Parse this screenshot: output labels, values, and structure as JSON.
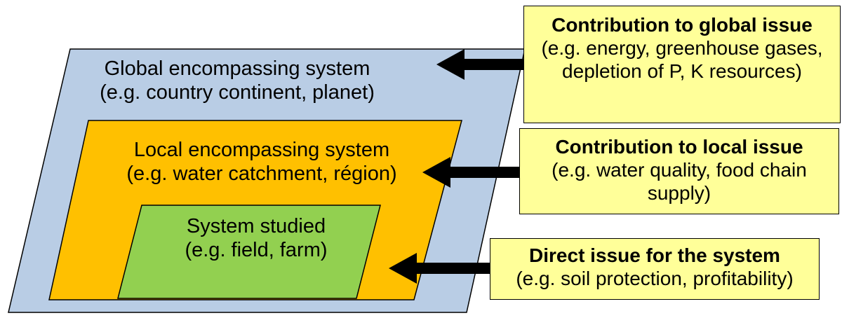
{
  "colors": {
    "global_fill": "#b9cde5",
    "local_fill": "#ffc000",
    "studied_fill": "#92d050",
    "issue_fill": "#ffff99",
    "arrow": "#000000",
    "outline": "#000000"
  },
  "systems": {
    "global": {
      "line1": "Global encompassing system",
      "line2": "(e.g. country continent, planet)"
    },
    "local": {
      "line1": "Local encompassing system",
      "line2": "(e.g. water catchment, région)"
    },
    "studied": {
      "line1": "System studied",
      "line2": "(e.g. field, farm)"
    }
  },
  "issues": {
    "global": {
      "title": "Contribution to global issue",
      "desc": "(e.g. energy, greenhouse gases, depletion of P, K resources)"
    },
    "local": {
      "title": "Contribution to local issue",
      "desc": "(e.g. water quality, food chain supply)"
    },
    "direct": {
      "title": "Direct issue for the system",
      "desc": "(e.g. soil protection, profitability)"
    }
  }
}
